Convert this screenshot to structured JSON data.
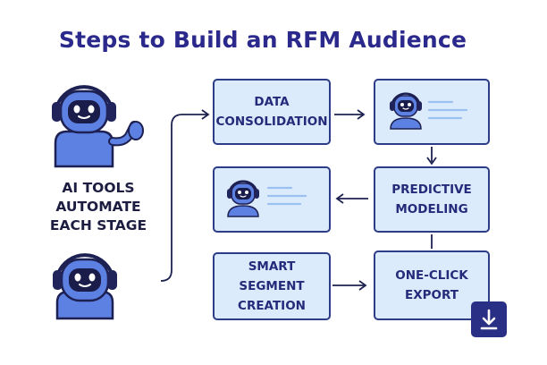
{
  "title": "Steps to Build an RFM Audience",
  "side_label": [
    "AI TOOLS",
    "AUTOMATE",
    "EACH STAGE"
  ],
  "steps": {
    "data_consolidation": [
      "DATA",
      "CONSOLIDATION"
    ],
    "predictive_modeling": [
      "PREDICTIVE",
      "MODELING"
    ],
    "smart_segment_creation": [
      "SMART",
      "SEGMENT",
      "CREATION"
    ],
    "one_click_export": [
      "ONE-CLICK",
      "EXPORT"
    ]
  },
  "icons": {
    "robot": "robot-icon",
    "download": "download-icon",
    "arrow": "arrow-icon"
  },
  "colors": {
    "title": "#2b2a8c",
    "box_fill": "#dcebfb",
    "box_border": "#2d3c86",
    "robot_body": "#5a7fe0",
    "accent": "#2a2f86"
  }
}
